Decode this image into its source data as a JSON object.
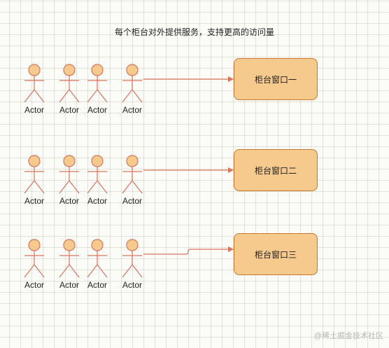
{
  "diagram": {
    "title": "每个柜台对外提供服务，支持更高的访问量",
    "rows": [
      {
        "actors": [
          "Actor",
          "Actor",
          "Actor",
          "Actor"
        ],
        "counter": "柜台窗口一"
      },
      {
        "actors": [
          "Actor",
          "Actor",
          "Actor",
          "Actor"
        ],
        "counter": "柜台窗口二"
      },
      {
        "actors": [
          "Actor",
          "Actor",
          "Actor",
          "Actor"
        ],
        "counter": "柜台窗口三"
      }
    ],
    "colors": {
      "actor_fill": "#f6c98d",
      "actor_stroke": "#d9755c",
      "box_fill": "#f6c98d",
      "box_stroke": "#c9772a",
      "arrow": "#d9755c"
    }
  },
  "watermark": "@稀土掘金技术社区"
}
